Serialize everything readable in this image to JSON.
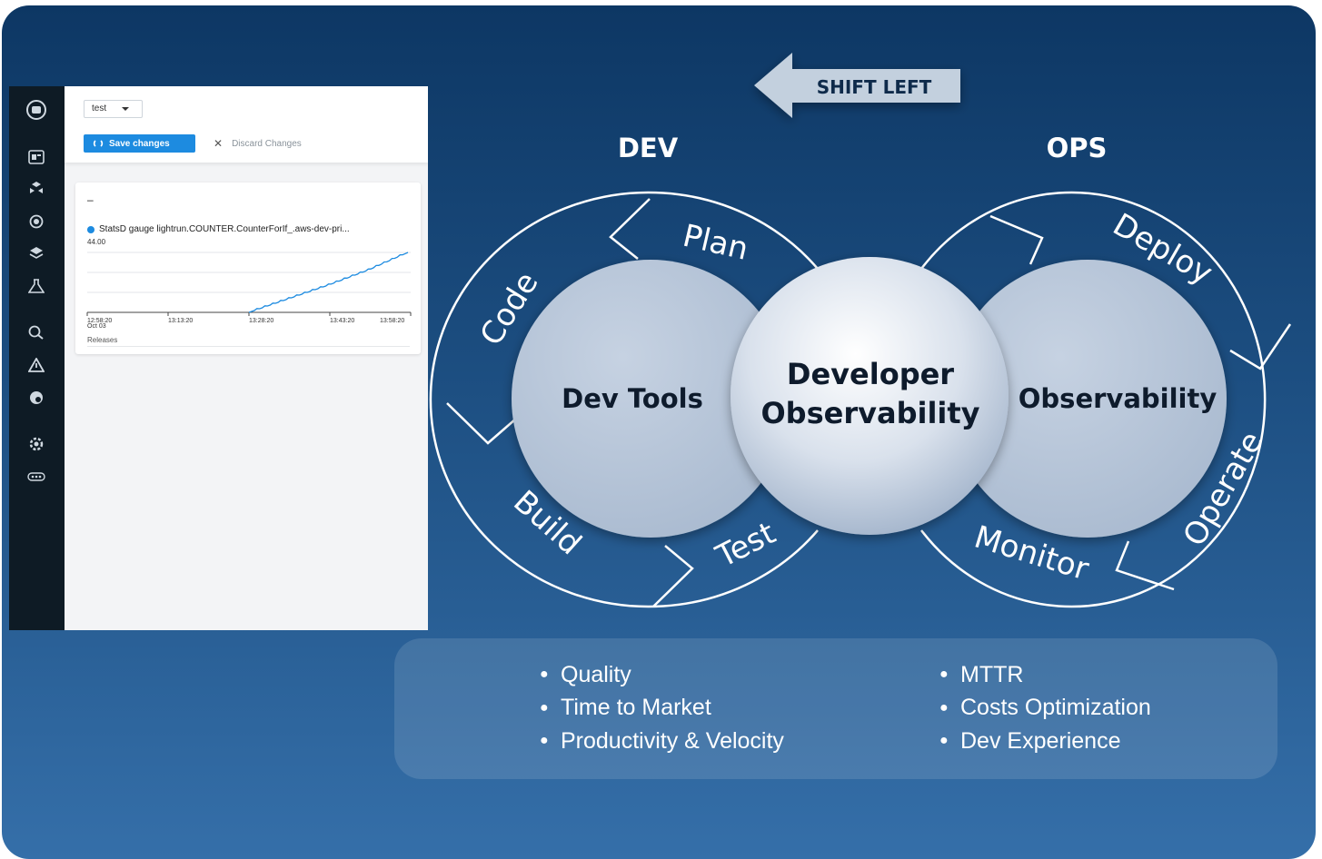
{
  "app": {
    "select_value": "test",
    "save_label": "Save changes",
    "discard_label": "Discard Changes",
    "widget": {
      "dash": "–",
      "legend": "StatsD gauge lightrun.COUNTER.CounterForIf_.aws-dev-pri...",
      "y_max_label": "44.00",
      "x_ticks": [
        "12:58:20",
        "13:13:20",
        "13:28:20",
        "13:43:20",
        "13:58:20"
      ],
      "x_sub_label": "Oct 03",
      "footer": "Releases"
    },
    "sidebar_icons": [
      "logo-icon",
      "dashboard-icon",
      "agents-icon",
      "snapshot-icon",
      "layers-icon",
      "lab-icon",
      "search-icon",
      "alert-icon",
      "palette-icon",
      "settings-icon",
      "more-icon"
    ]
  },
  "chart_data": {
    "type": "line",
    "series": [
      {
        "name": "StatsD gauge lightrun.COUNTER.CounterForIf_.aws-dev-pri...",
        "color": "#1d8be0"
      }
    ],
    "x": [
      "13:28:20",
      "13:35:50",
      "13:43:20",
      "13:50:50",
      "13:58:20"
    ],
    "values": [
      0,
      10,
      20,
      31,
      44
    ],
    "ylabel_top": "44.00"
  },
  "diagram": {
    "shift_left": "SHIFT LEFT",
    "dev_heading": "DEV",
    "ops_heading": "OPS",
    "dev_circle": "Dev Tools",
    "ops_circle": "Observability",
    "center_line1": "Developer",
    "center_line2": "Observability",
    "dev_stages": [
      "Plan",
      "Code",
      "Build",
      "Test"
    ],
    "ops_stages": [
      "Deploy",
      "Operate",
      "Monitor"
    ]
  },
  "benefits": {
    "left": [
      "Quality",
      "Time to Market",
      "Productivity & Velocity"
    ],
    "right": [
      "MTTR",
      "Costs Optimization",
      "Dev Experience"
    ]
  },
  "colors": {
    "background_top": "#0d3764",
    "background_bottom": "#356fa9",
    "circle_fill": "#b9c7da",
    "accent_blue": "#1d8be0"
  }
}
